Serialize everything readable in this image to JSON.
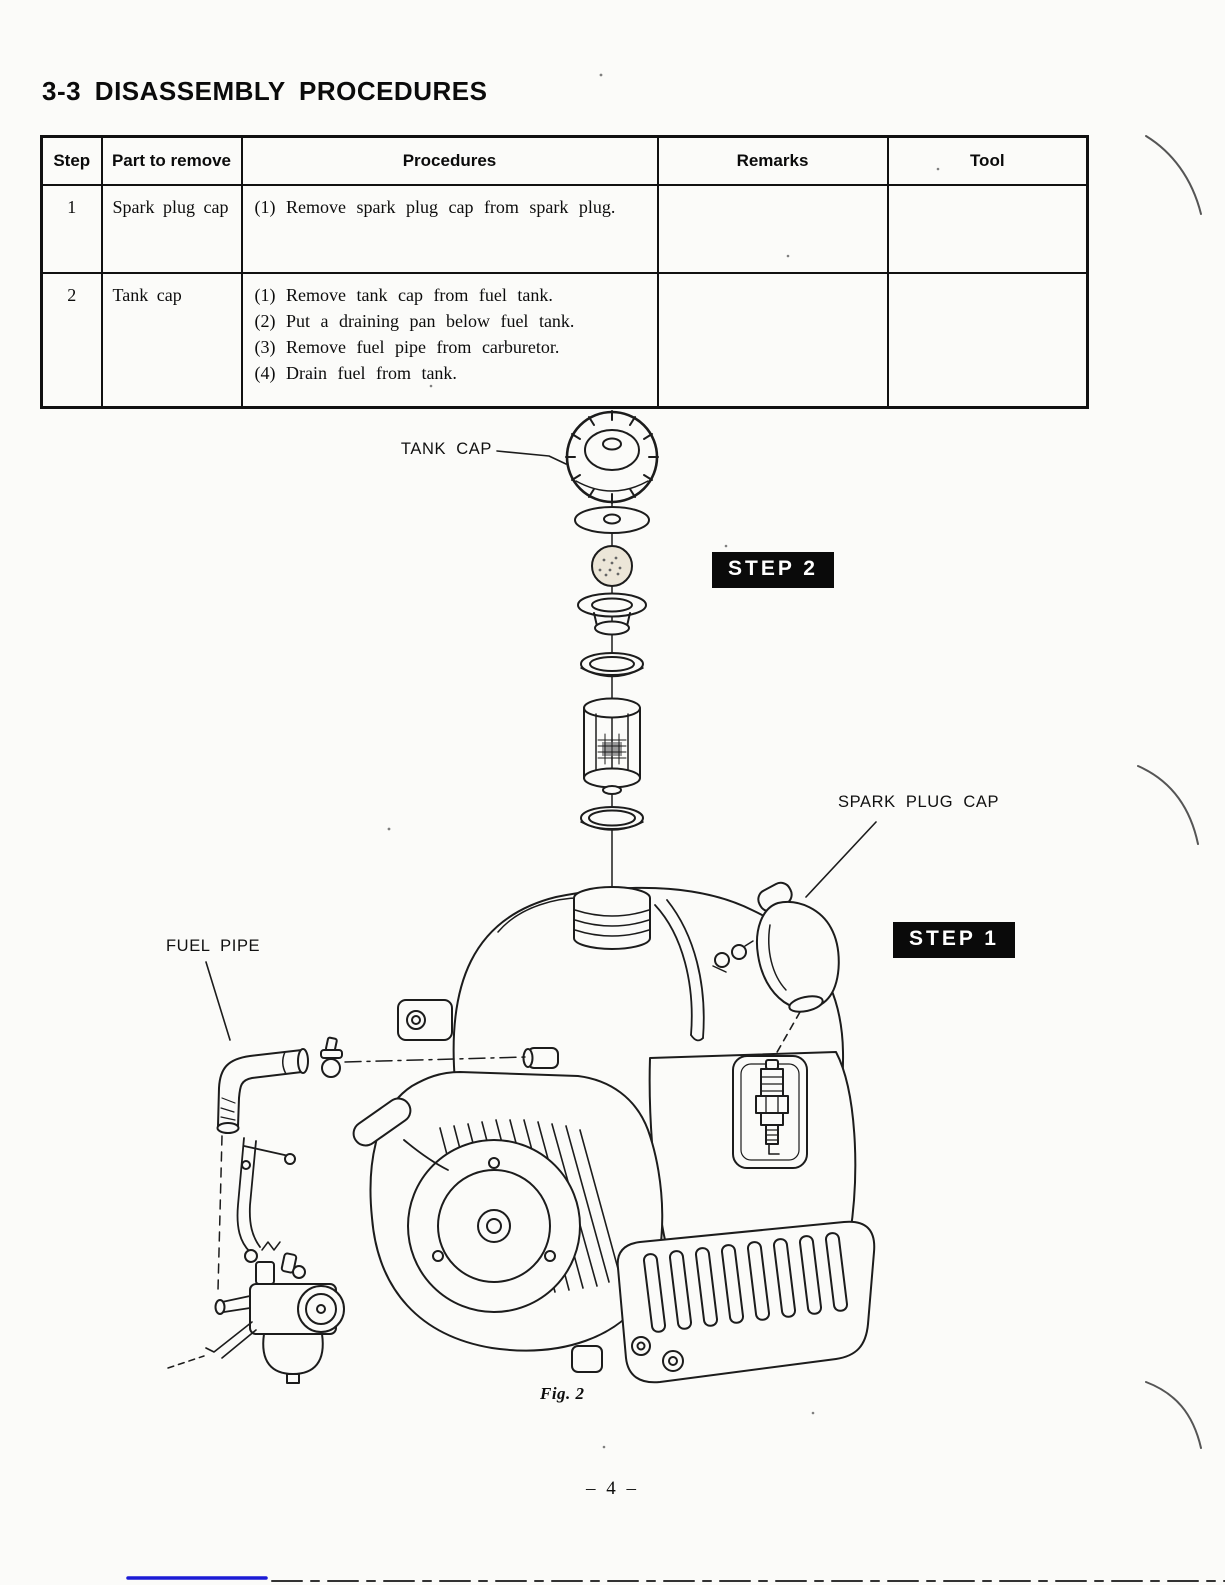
{
  "page": {
    "title": "3-3 DISASSEMBLY PROCEDURES",
    "figure_caption": "Fig. 2",
    "page_number": "– 4 –"
  },
  "table": {
    "headers": [
      "Step",
      "Part to remove",
      "Procedures",
      "Remarks",
      "Tool"
    ],
    "rows": [
      {
        "step": "1",
        "part": "Spark plug cap",
        "procedures": [
          "(1) Remove spark plug cap from spark plug."
        ],
        "remarks": "",
        "tool": ""
      },
      {
        "step": "2",
        "part": "Tank cap",
        "procedures": [
          "(1) Remove tank cap from fuel tank.",
          "(2) Put a draining pan below fuel tank.",
          "(3) Remove fuel pipe from carburetor.",
          "(4) Drain fuel from tank."
        ],
        "remarks": "",
        "tool": ""
      }
    ]
  },
  "diagram": {
    "labels": {
      "tank_cap": "TANK CAP",
      "step_2": "STEP 2",
      "spark_plug_cap": "SPARK PLUG CAP",
      "step_1": "STEP 1",
      "fuel_pipe": "FUEL PIPE"
    }
  }
}
